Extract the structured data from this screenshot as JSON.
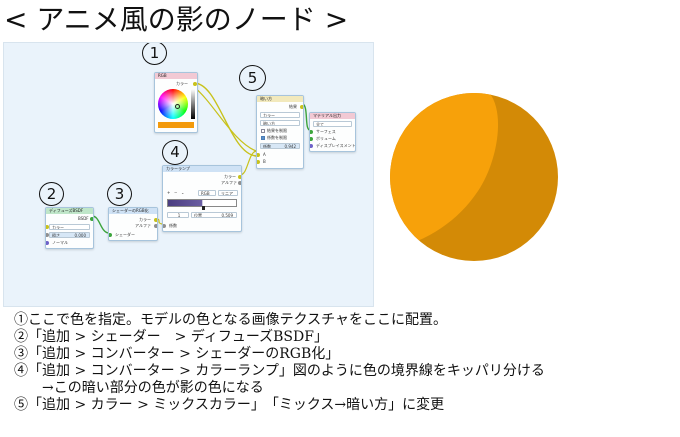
{
  "title": "< アニメ風の影のノード >",
  "callouts": {
    "one": "1",
    "two": "2",
    "three": "3",
    "four": "4",
    "five": "5"
  },
  "nodes": {
    "rgb": {
      "header": "RGB",
      "output_label": "カラー",
      "colors": {
        "header": "#f2c9d4",
        "swatch": "#f39a0c"
      }
    },
    "diffuse": {
      "header": "ディフューズBSDF",
      "output_label": "BSDF",
      "color_label": "カラー",
      "roughness_label": "粗さ",
      "roughness_value": "0.000",
      "normal_label": "ノーマル",
      "colors": {
        "header": "#bfe6c9"
      }
    },
    "shader_to_rgb": {
      "header": "シェーダーのRGB化",
      "out_color": "カラー",
      "out_alpha": "アルファ",
      "input_label": "シェーダー",
      "colors": {
        "header": "#cfe2f5"
      }
    },
    "color_ramp": {
      "header": "カラーランプ",
      "out_color": "カラー",
      "out_alpha": "アルファ",
      "mode": "RGB",
      "interp": "リニア",
      "stop_index": "1",
      "pos_label": "位置",
      "pos_value": "0.509",
      "input_label": "係数",
      "colors": {
        "header": "#cfe2f5",
        "dark": "#4a3d80",
        "light": "#ffffff"
      }
    },
    "mix": {
      "header": "暗い方",
      "output_label": "結果",
      "blend_label": "カラー",
      "blend_mode": "暗い方",
      "clamp_label": "結果を制限",
      "clamp_factor_label": "係数を制限",
      "factor_label": "係数",
      "factor_value": "0.942",
      "a_label": "A",
      "b_label": "B",
      "colors": {
        "header": "#f2e9bc"
      }
    },
    "output": {
      "header": "マテリアル出力",
      "target": "全て",
      "surface": "サーフェス",
      "volume": "ボリューム",
      "displacement": "ディスプレイスメント",
      "colors": {
        "header": "#f2c9d4"
      }
    }
  },
  "instructions": [
    "①ここで色を指定。モデルの色となる画像テクスチャをここに配置。",
    "②「追加 > シェーダー　> ディフューズBSDF」",
    "③「追加 > コンバーター > シェーダーのRGB化」",
    "④「追加 > コンバーター > カラーランプ」図のように色の境界線をキッパリ分ける",
    "　→この暗い部分の色が影の色になる",
    "⑤「追加 > カラー > ミックスカラー」　「ミックス→暗い方」に変更"
  ],
  "sphere_colors": {
    "light": "#f7a10a",
    "dark": "#d38a06"
  }
}
